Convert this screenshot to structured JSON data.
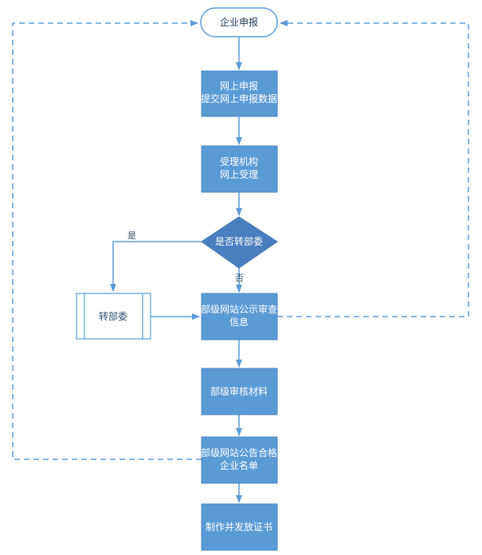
{
  "nodes": {
    "start": "企业申报",
    "online_apply_line1": "网上申报",
    "online_apply_line2": "提交网上申报数据",
    "accept_line1": "受理机构",
    "accept_line2": "网上受理",
    "decision": "是否转部委",
    "transfer": "转部委",
    "publicity_line1": "部级网站公示审查",
    "publicity_line2": "信息",
    "review": "部级审核材料",
    "announce_line1": "部级网站公告合格",
    "announce_line2": "企业名单",
    "certificate": "制作并发放证书"
  },
  "edge_labels": {
    "yes": "是",
    "no": "否"
  },
  "colors": {
    "box_fill": "#5b9bd5",
    "box_stroke": "#4a86c0",
    "decision_fill": "#4a7fbf",
    "line": "#5b9bd5",
    "start_stroke": "#5b9bd5"
  }
}
